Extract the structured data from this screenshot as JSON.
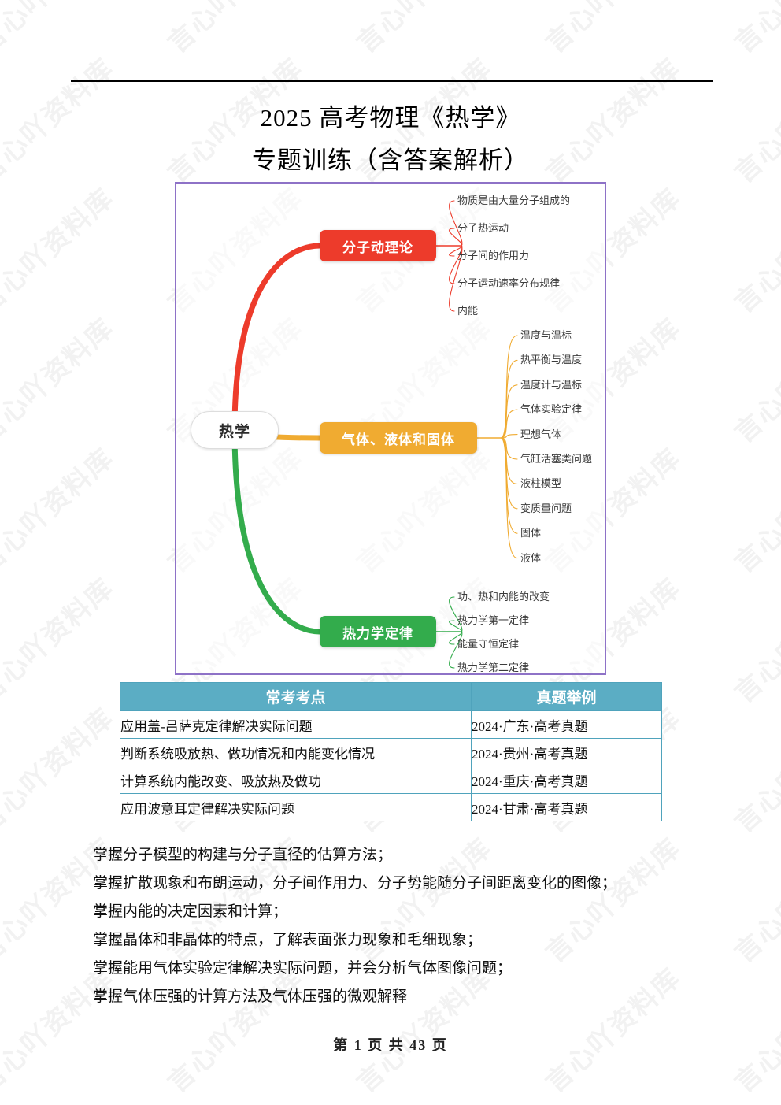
{
  "document": {
    "title_line_1": "2025 高考物理《热学》",
    "title_line_2": "专题训练（含答案解析）",
    "watermark_text": "言心吖资料库",
    "footer": "第 1 页 共 43 页"
  },
  "mindmap": {
    "frame_color": "#8E72C7",
    "root": {
      "label": "热学",
      "color": "#FFFFFF"
    },
    "branches": [
      {
        "label": "分子动理论",
        "color": "#ED3B2B",
        "leaves": [
          "物质是由大量分子组成的",
          "分子热运动",
          "分子间的作用力",
          "分子运动速率分布规律",
          "内能"
        ]
      },
      {
        "label": "气体、液体和固体",
        "color": "#F0AB31",
        "leaves": [
          "温度与温标",
          "热平衡与温度",
          "温度计与温标",
          "气体实验定律",
          "理想气体",
          "气缸活塞类问题",
          "液柱模型",
          "变质量问题",
          "固体",
          "液体"
        ]
      },
      {
        "label": "热力学定律",
        "color": "#33AC4C",
        "leaves": [
          "功、热和内能的改变",
          "热力学第一定律",
          "能量守恒定律",
          "热力学第二定律"
        ]
      }
    ]
  },
  "exam_table": {
    "header_color": "#5BADC4",
    "columns": [
      "常考考点",
      "真题举例"
    ],
    "rows": [
      [
        "应用盖-吕萨克定律解决实际问题",
        "2024·广东·高考真题"
      ],
      [
        "判断系统吸放热、做功情况和内能变化情况",
        "2024·贵州·高考真题"
      ],
      [
        "计算系统内能改变、吸放热及做功",
        "2024·重庆·高考真题"
      ],
      [
        "应用波意耳定律解决实际问题",
        "2024·甘肃·高考真题"
      ]
    ]
  },
  "objectives": [
    "掌握分子模型的构建与分子直径的估算方法；",
    "掌握扩散现象和布朗运动，分子间作用力、分子势能随分子间距离变化的图像；",
    "掌握内能的决定因素和计算；",
    "掌握晶体和非晶体的特点，了解表面张力现象和毛细现象；",
    "掌握能用气体实验定律解决实际问题，并会分析气体图像问题；",
    "掌握气体压强的计算方法及气体压强的微观解释"
  ]
}
